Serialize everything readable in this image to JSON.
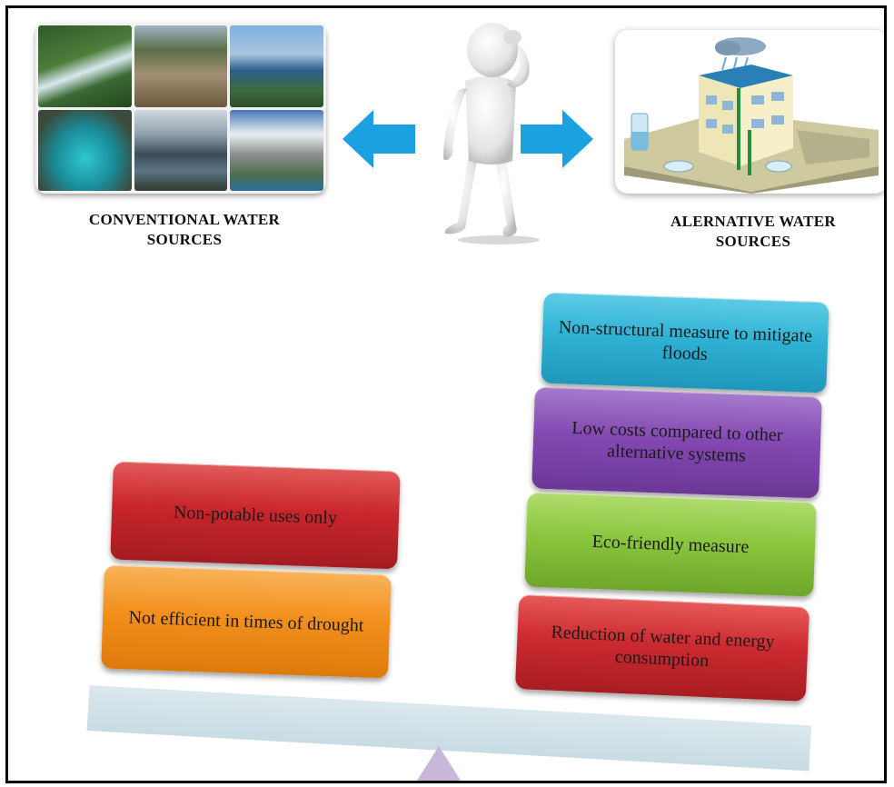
{
  "left_caption": [
    "CONVENTIONAL WATER",
    "SOURCES"
  ],
  "right_caption": [
    "ALERNATIVE WATER",
    "SOURCES"
  ],
  "left_items": [
    {
      "text": "Non-potable uses only",
      "color": "#c8262b"
    },
    {
      "text": "Not efficient in times of drought",
      "color": "#f3901c"
    }
  ],
  "right_items": [
    {
      "text": "Non-structural measure to mitigate floods",
      "color": "#2fb2d4"
    },
    {
      "text": "Low costs compared to other alternative systems",
      "color": "#8449b2"
    },
    {
      "text": "Eco-friendly measure",
      "color": "#8bc63e"
    },
    {
      "text": "Reduction of water and energy consumption",
      "color": "#cc2a2f"
    }
  ],
  "icons": {
    "left_arrow": "arrow-left-icon",
    "right_arrow": "arrow-right-icon",
    "arrow_color": "#1ba0e0"
  }
}
